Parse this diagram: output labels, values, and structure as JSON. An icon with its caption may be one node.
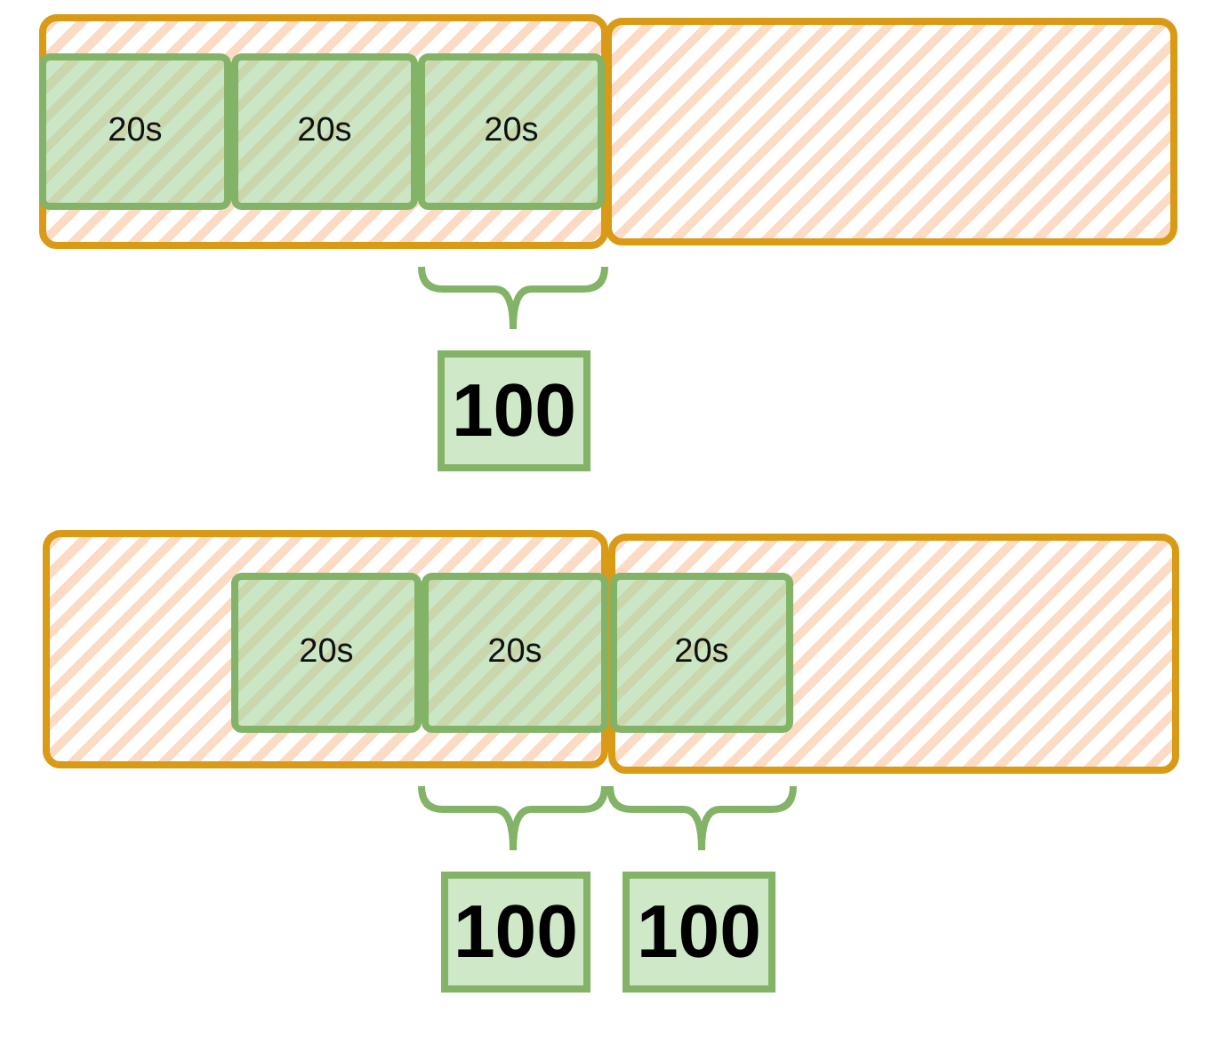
{
  "diagram": {
    "nodes": [
      {
        "text": [],
        "shape": "box"
      },
      {
        "text": [
          "20s"
        ],
        "in": 0
      },
      {
        "text": [
          "20s"
        ],
        "in": 0
      },
      {
        "text": [
          "20s"
        ],
        "in": 0
      },
      {
        "text": [],
        "shape": "box"
      },
      {
        "text": [
          "100"
        ]
      },
      {
        "text": [],
        "shape": "box"
      },
      {
        "text": [
          "20s"
        ],
        "in": 6
      },
      {
        "text": [
          "20s"
        ],
        "in": 6
      },
      {
        "text": [],
        "shape": "box"
      },
      {
        "text": [
          "20s"
        ],
        "in": 9
      },
      {
        "text": [
          "100"
        ]
      },
      {
        "text": [
          "100"
        ]
      }
    ],
    "edges": []
  }
}
